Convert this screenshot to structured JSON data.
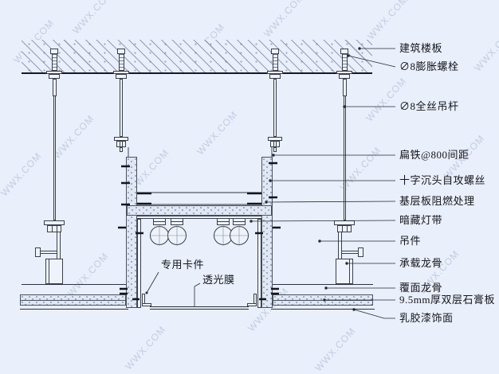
{
  "watermark": {
    "text": "WWX.COM"
  },
  "colors": {
    "background": "#e9effb",
    "line": "#2e3340",
    "label_text": "#15151a",
    "watermark": "#8296b9"
  },
  "labels": {
    "building_slab": "建筑楼板",
    "expansion_bolt": "∅8膨胀螺栓",
    "threaded_rod": "∅8全丝吊杆",
    "flat_iron": "扁铁@800间距",
    "self_tapping_screw": "十字沉头自攻螺丝",
    "base_board": "基层板阻燃处理",
    "concealed_light": "暗藏灯带",
    "hanger": "吊件",
    "load_keel": "承载龙骨",
    "cover_keel": "覆面龙骨",
    "gypsum_board": "9.5mm厚双层石膏板",
    "latex_paint": "乳胶漆饰面",
    "special_clip": "专用卡件",
    "translucent_film": "透光膜"
  }
}
